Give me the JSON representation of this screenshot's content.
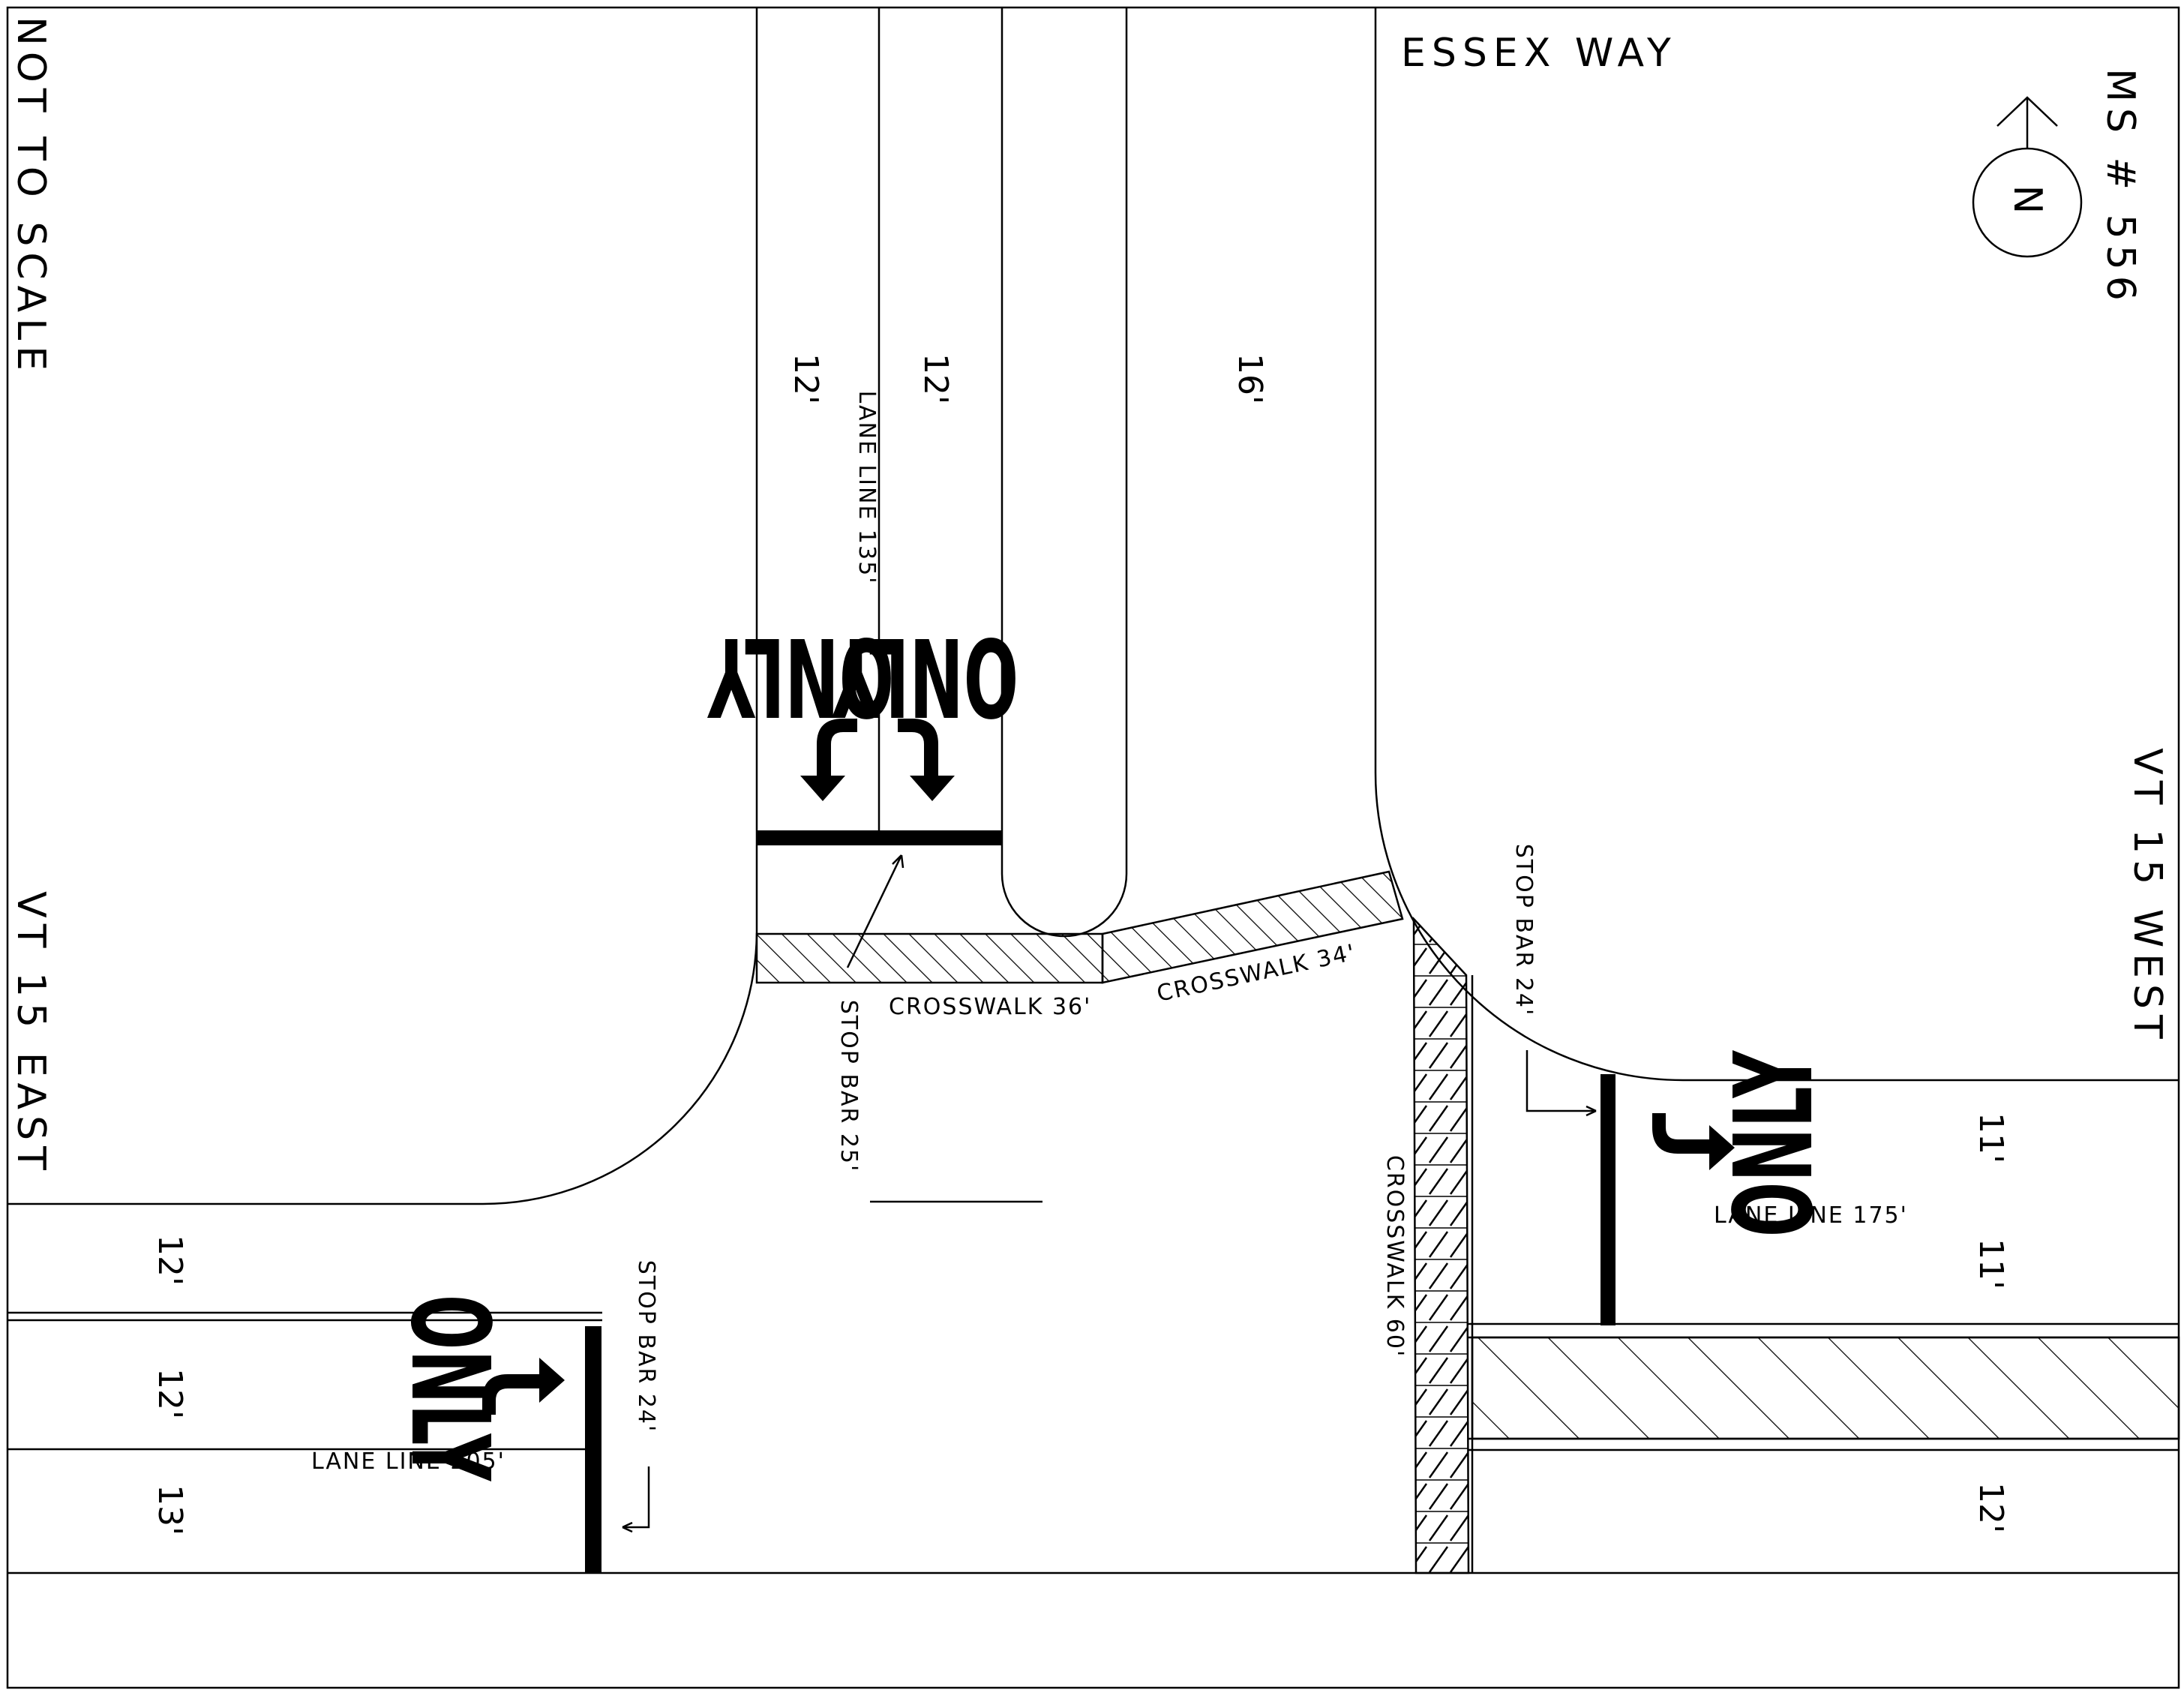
{
  "title_block": {
    "scale_note": "NOT TO SCALE",
    "ms_number": "MS # 556",
    "north_label": "N"
  },
  "streets": {
    "north": "ESSEX WAY",
    "west": "VT 15 EAST",
    "east": "VT 15 WEST"
  },
  "lane_widths": {
    "north_left": "12'",
    "north_right": "12'",
    "north_exit": "16'",
    "west_top": "12'",
    "west_mid": "12'",
    "west_bot": "13'",
    "east_top": "11'",
    "east_mid": "11'",
    "east_bot": "12'"
  },
  "markings": {
    "only_text": "ONLY",
    "lane_line_north": "LANE LINE 135'",
    "lane_line_west": "LANE LINE 205'",
    "lane_line_east": "LANE LINE 175'",
    "stop_bar_north": "STOP BAR 25'",
    "stop_bar_west": "STOP BAR 24'",
    "stop_bar_east": "STOP BAR 24'",
    "crosswalk_north_a": "CROSSWALK 36'",
    "crosswalk_north_b": "CROSSWALK 34'",
    "crosswalk_east": "CROSSWALK 60'"
  },
  "icons": {
    "north_arrow": "north-arrow-icon",
    "turn_arrows": [
      "right-turn-arrow-icon",
      "left-turn-arrow-icon",
      "left-turn-arrow-icon",
      "left-turn-arrow-icon"
    ]
  },
  "colors": {
    "ink": "#000000",
    "paper": "#ffffff"
  }
}
